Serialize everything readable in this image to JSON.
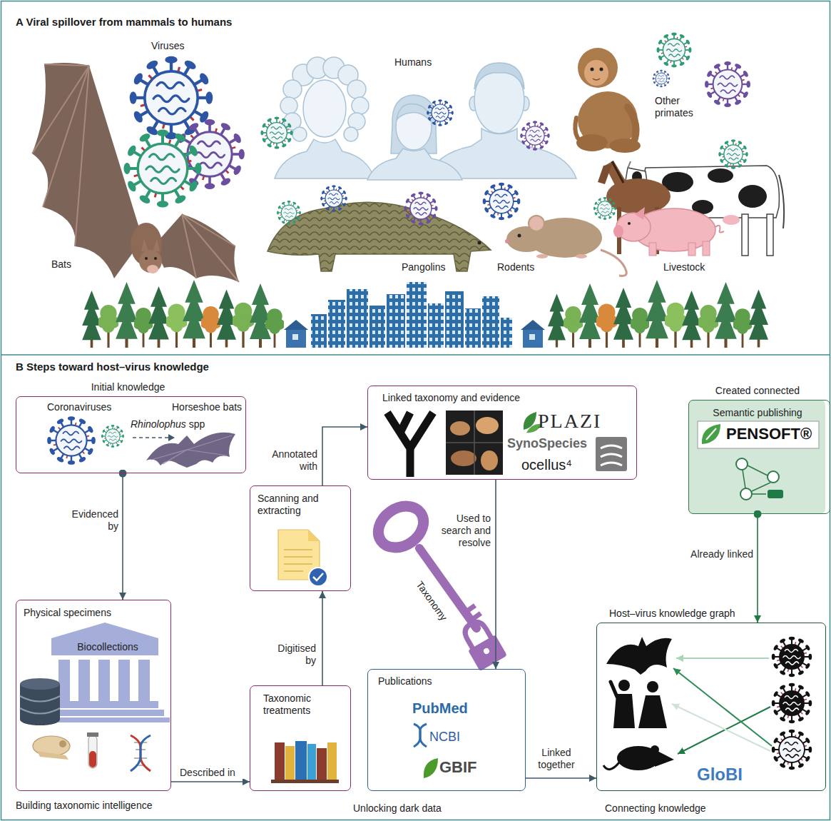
{
  "diagram": {
    "nodes": [
      {
        "text": [
          "Initial knowledge",
          "Coronaviruses",
          "Horseshoe bats",
          "Rhinolophus spp"
        ]
      },
      {
        "text": [
          "Physical specimens",
          "Biocollections"
        ]
      },
      {
        "text": [
          "Taxonomic treatments"
        ]
      },
      {
        "text": [
          "Scanning and extracting"
        ]
      },
      {
        "text": [
          "Linked taxonomy and evidence",
          "PLAZI",
          "SynoSpecies",
          "ocellus⁴"
        ]
      },
      {
        "text": [
          "Publications",
          "PubMed",
          "NCBI",
          "GBIF"
        ]
      },
      {
        "text": [
          "Created connected",
          "Semantic publishing",
          "PENSOFT®"
        ]
      },
      {
        "text": [
          "Host–virus knowledge graph",
          "GloBI"
        ]
      }
    ],
    "edges": [
      {
        "from": 0,
        "to": 1,
        "label": "Evidenced by",
        "arrow": "to"
      },
      {
        "from": 1,
        "to": 2,
        "label": "Described in",
        "arrow": "to"
      },
      {
        "from": 2,
        "to": 3,
        "label": "Digitised by",
        "arrow": "to"
      },
      {
        "from": 3,
        "to": 4,
        "label": "Annotated with",
        "arrow": "to"
      },
      {
        "from": 4,
        "to": 5,
        "label": "Used to search and resolve",
        "arrow": "to"
      },
      {
        "from": 5,
        "to": 7,
        "label": "Linked together",
        "arrow": "to"
      },
      {
        "from": 6,
        "to": 7,
        "label": "Already linked",
        "arrow": "to"
      }
    ],
    "labels": [
      "A Viral spillover from mammals to humans",
      "Viruses",
      "Humans",
      "Other primates",
      "Bats",
      "Pangolins",
      "Rodents",
      "Livestock",
      "B Steps toward host–virus knowledge",
      "Taxonomy",
      "Building taxonomic intelligence",
      "Unlocking dark data",
      "Connecting knowledge"
    ]
  }
}
